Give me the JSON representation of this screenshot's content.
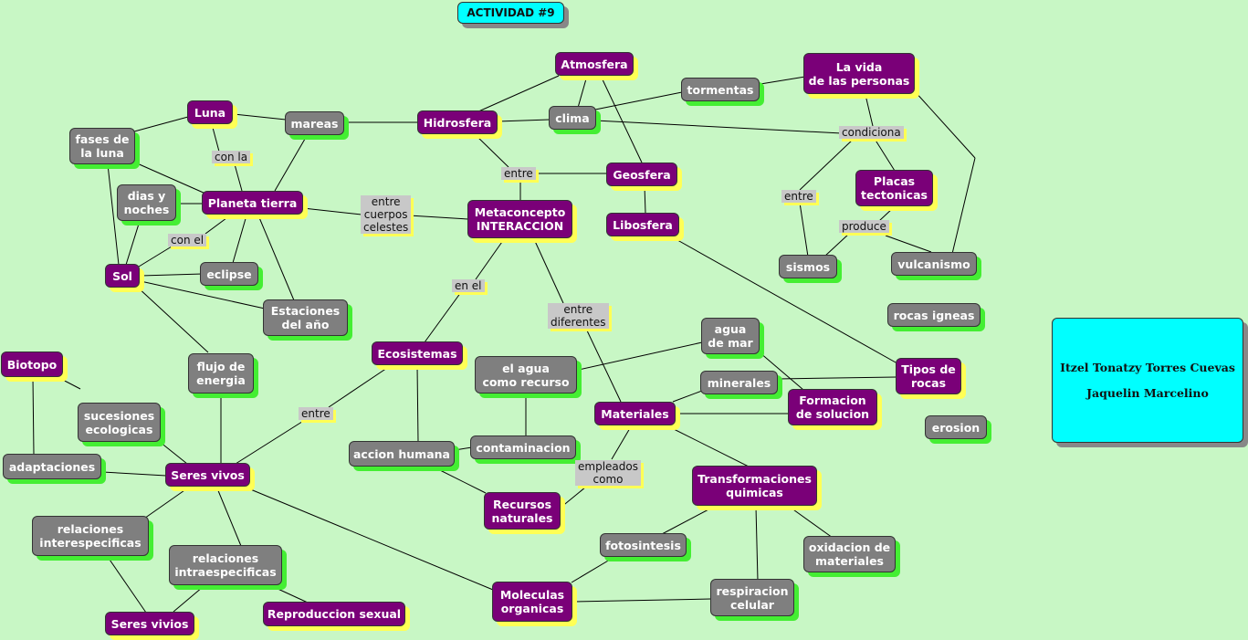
{
  "title": "ACTIVIDAD #9",
  "authors": "Itzel Tonatzy Torres Cuevas\n\nJaquelin Marcelino",
  "nodes": {
    "atmosfera": "Atmosfera",
    "la_vida": "La vida\nde las personas",
    "tormentas": "tormentas",
    "clima": "clima",
    "hidrosfera": "Hidrosfera",
    "mareas": "mareas",
    "luna": "Luna",
    "fases_luna": "fases de\nla luna",
    "geosfera": "Geosfera",
    "placas": "Placas\ntectonicas",
    "planeta_tierra": "Planeta tierra",
    "dias_noches": "dias y\nnoches",
    "metaconcepto": "Metaconcepto\nINTERACCION",
    "libosfera": "Libosfera",
    "sismos": "sismos",
    "vulcanismo": "vulcanismo",
    "sol": "Sol",
    "eclipse": "eclipse",
    "estaciones": "Estaciones\ndel año",
    "rocas_igneas": "rocas igneas",
    "agua_mar": "agua\nde mar",
    "ecosistemas": "Ecosistemas",
    "biotopo": "Biotopo",
    "flujo_energia": "flujo de\nenergia",
    "el_agua": "el agua\ncomo recurso",
    "tipos_rocas": "Tipos de\nrocas",
    "minerales": "minerales",
    "formacion": "Formacion\nde solucion",
    "sucesiones": "sucesiones\necologicas",
    "materiales": "Materiales",
    "erosion": "erosion",
    "contaminacion": "contaminacion",
    "accion_humana": "accion humana",
    "adaptaciones": "adaptaciones",
    "seres_vivos": "Seres vivos",
    "transformaciones": "Transformaciones\nquimicas",
    "recursos": "Recursos\nnaturales",
    "relaciones_inter": "relaciones\ninterespecificas",
    "fotosintesis": "fotosintesis",
    "oxidacion": "oxidacion de\nmateriales",
    "relaciones_intra": "relaciones\nintraespecificas",
    "moleculas": "Moleculas\norganicas",
    "respiracion": "respiracion\ncelular",
    "reproduccion": "Reproduccion sexual",
    "seres_vivios": "Seres vivios"
  },
  "link_labels": {
    "con_la": "con la",
    "condiciona": "condiciona",
    "entre_1": "entre",
    "entre_2": "entre",
    "entre_cuerpos": "entre\ncuerpos\ncelestes",
    "produce": "produce",
    "con_el": "con el",
    "en_el": "en el",
    "entre_diferentes": "entre\ndiferentes",
    "entre_3": "entre",
    "empleados_como": "empleados\ncomo"
  },
  "colors": {
    "background": "#c8f7c5",
    "concept_purple": "#7a0078",
    "node_gray": "#7f7f7f",
    "accent_cyan": "#00ffff",
    "shadow_yellow": "#ffff55",
    "shadow_green": "#44ee33"
  }
}
